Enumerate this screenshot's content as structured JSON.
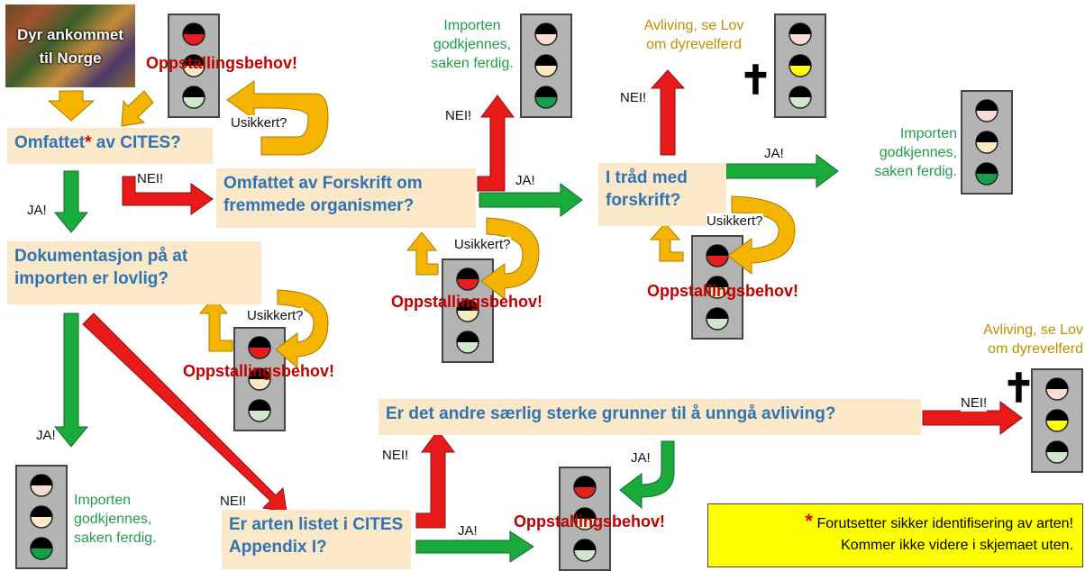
{
  "photo": {
    "line1": "Dyr ankommet",
    "line2": "til Norge"
  },
  "questions": {
    "cites": {
      "main": "Omfattet",
      "star": "*",
      "rest": " av CITES?"
    },
    "forskrift": "Omfattet av Forskrift om fremmede organismer?",
    "i_trad": "I tråd med forskrift?",
    "dokumentasjon": "Dokumentasjon på at importen er lovlig?",
    "andre_grunner": "Er det andre særlig sterke grunner til å unngå avliving?",
    "appendix": "Er arten listet i CITES Appendix I?"
  },
  "outcomes": {
    "import_approved": "Importen godkjennes, saken ferdig.",
    "euthanasia": "Avliving, se Lov om dyrevelferd",
    "housing_need": "Oppstallingsbehov!"
  },
  "labels": {
    "usikkert": "Usikkert?",
    "nei": "NEI!",
    "ja": "JA!"
  },
  "cross_symbol": "✝",
  "note": {
    "star": "*",
    "line1": "Forutsetter sikker identifisering av arten!",
    "line2": "Kommer ikke videre i skjemaet uten."
  },
  "colors": {
    "green_arrow": "#1aab3c",
    "red_arrow": "#e81a1a",
    "orange_arrow": "#f5b400",
    "question_text": "#2e74b5",
    "question_bg": "#fbe8c8",
    "light_red": "#e51e1e",
    "light_yellow": "#ffff00",
    "light_green": "#13a04a"
  }
}
